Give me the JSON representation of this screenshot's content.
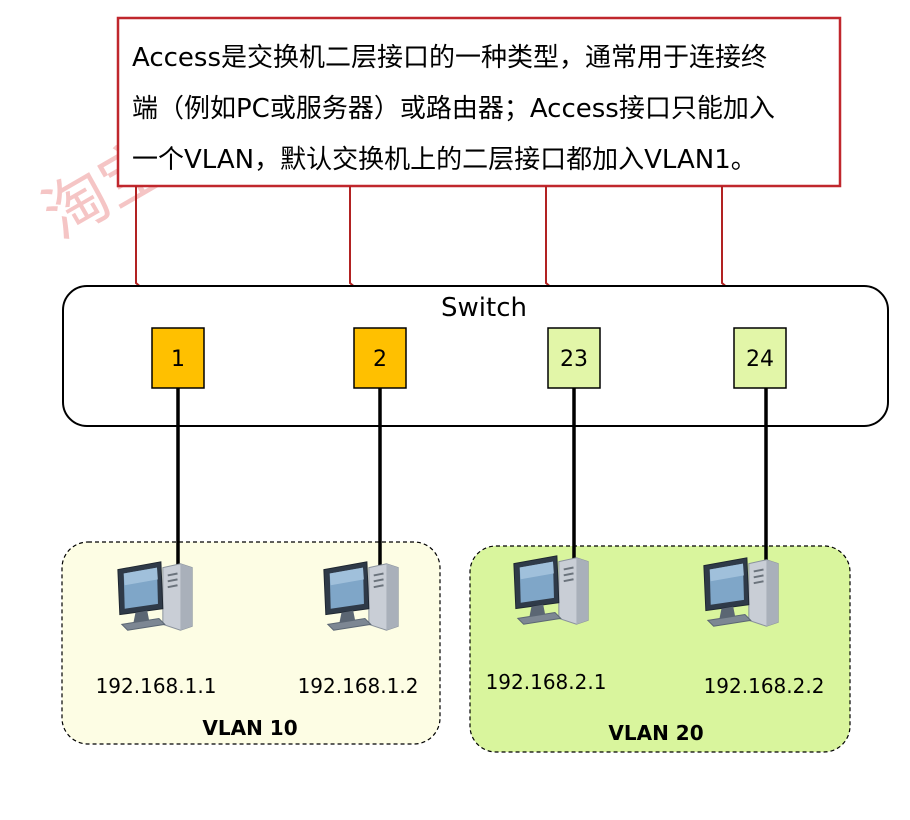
{
  "note": {
    "lines": [
      "Access是交换机二层接口的一种类型，通常用于连接终",
      "端（例如PC或服务器）或路由器；Access接口只能加入",
      "一个VLAN，默认交换机上的二层接口都加入VLAN1。"
    ]
  },
  "switch": {
    "label": "Switch",
    "ports": [
      "1",
      "2",
      "23",
      "24"
    ]
  },
  "groups": [
    {
      "label": "VLAN 10",
      "hosts": [
        "192.168.1.1",
        "192.168.1.2"
      ]
    },
    {
      "label": "VLAN 20",
      "hosts": [
        "192.168.2.1",
        "192.168.2.2"
      ]
    }
  ],
  "watermark": "淘宝搜索",
  "colors": {
    "note_border": "#c0272d",
    "arrow": "#b22222",
    "port_vlan10": "#ffc000",
    "port_vlan20": "#e2f6a8",
    "group_vlan10_bg": "#fdfde4",
    "group_vlan20_bg": "#d9f59d",
    "link": "#000000"
  }
}
